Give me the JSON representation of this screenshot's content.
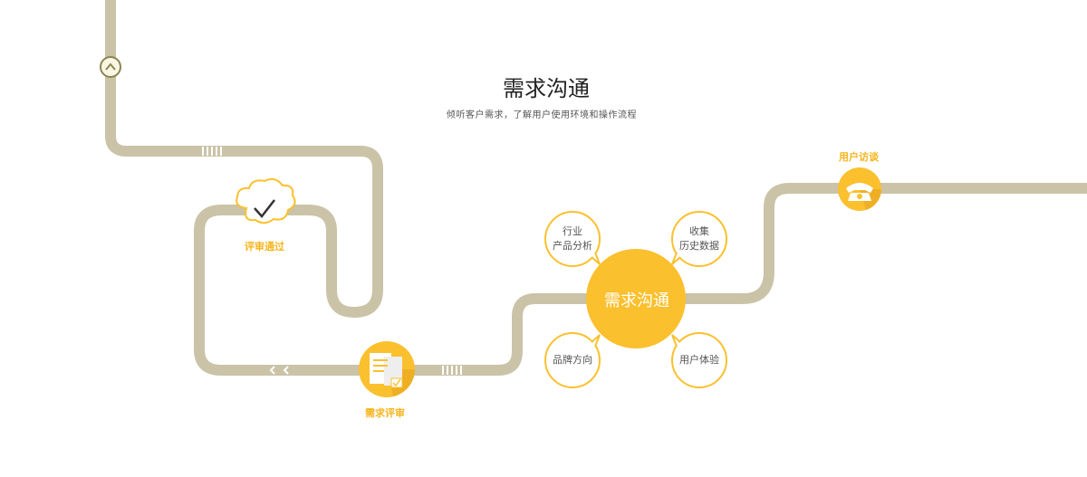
{
  "header": {
    "title": "需求沟通",
    "subtitle": "倾听客户需求，了解用户使用环境和操作流程"
  },
  "steps": {
    "review_pass": "评审通过",
    "requirement_review": "需求评审",
    "user_interview": "用户访谈"
  },
  "center": {
    "label": "需求沟通"
  },
  "bubbles": {
    "industry": {
      "line1": "行业",
      "line2": "产品分析"
    },
    "history": {
      "line1": "收集",
      "line2": "历史数据"
    },
    "brand": {
      "line1": "品牌方向",
      "line2": ""
    },
    "experience": {
      "line1": "用户体验",
      "line2": ""
    }
  },
  "icons": [
    "up-arrow-icon",
    "checkmark-icon",
    "document-check-icon",
    "telephone-icon",
    "back-chevrons-icon"
  ],
  "colors": {
    "road": "#cac3a7",
    "accent": "#fbc02d",
    "label": "#f7b51e",
    "text": "#222222"
  }
}
